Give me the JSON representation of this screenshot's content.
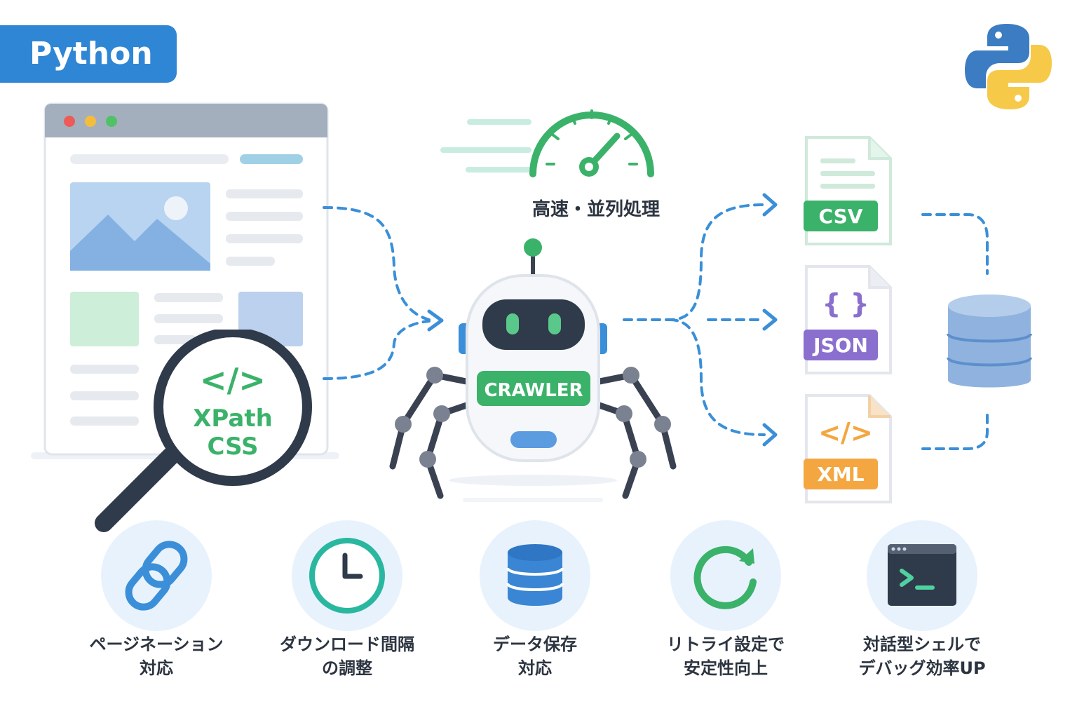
{
  "language_badge": "Python",
  "speed_label": "高速・並列処理",
  "crawler_label": "CRAWLER",
  "selector": {
    "code": "</>",
    "line1": "XPath",
    "line2": "CSS"
  },
  "outputs": [
    {
      "label": "CSV",
      "color": "#3bb26a"
    },
    {
      "label": "JSON",
      "icon": "{ }",
      "color": "#8a6fcf"
    },
    {
      "label": "XML",
      "icon": "</>",
      "color": "#f4a640"
    }
  ],
  "features": [
    {
      "icon": "link-icon",
      "line1": "ページネーション",
      "line2": "対応"
    },
    {
      "icon": "clock-icon",
      "line1": "ダウンロード間隔",
      "line2": "の調整"
    },
    {
      "icon": "database-icon",
      "line1": "データ保存",
      "line2": "対応"
    },
    {
      "icon": "retry-icon",
      "line1": "リトライ設定で",
      "line2": "安定性向上"
    },
    {
      "icon": "terminal-icon",
      "line1": "対話型シェルで",
      "line2": "デバッグ効率UP"
    }
  ],
  "colors": {
    "brand_blue": "#2f86d4",
    "green": "#3bb26a",
    "purple": "#8a6fcf",
    "orange": "#f4a640",
    "dark": "#2f3a4a"
  }
}
